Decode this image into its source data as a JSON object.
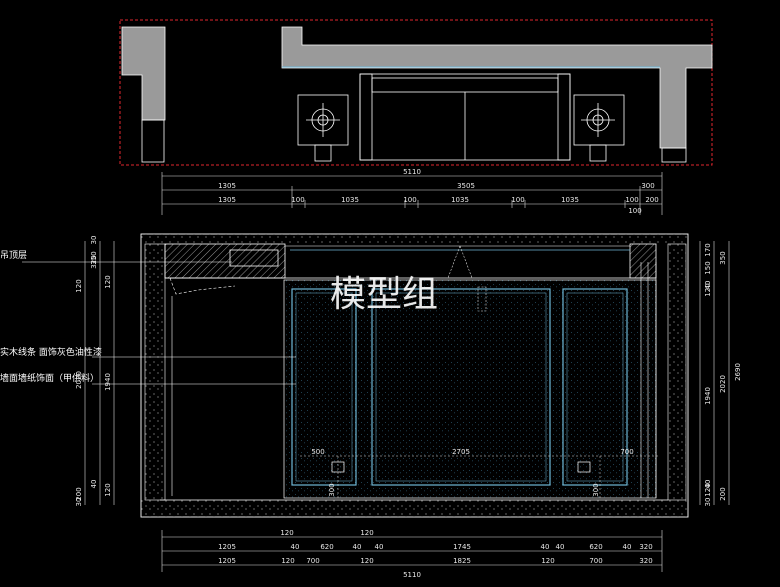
{
  "colors": {
    "background": "#000000",
    "outline": "#ffffff",
    "panel": "#6fb7d6",
    "wall_fill": "#9a9a9a",
    "border_dash": "#e0262e",
    "dimension": "#e8e8e8"
  },
  "watermark": "模型组",
  "top_plan": {
    "overall_dim": "5110",
    "row1": [
      "1305",
      "3505",
      "300"
    ],
    "row2": [
      "1305",
      "100",
      "1035",
      "100",
      "1035",
      "100",
      "1035",
      "100",
      "200"
    ],
    "row2_extra": "100"
  },
  "elevation": {
    "left_notes": [
      "吊顶层",
      "实木线条 面饰灰色油性漆",
      "墙面墙纸饰面（甲供料）"
    ],
    "left_dims_outer": [
      "120",
      "2020",
      "200",
      "30"
    ],
    "left_dims_inner": [
      "350",
      "320",
      "30",
      "120",
      "1940",
      "120",
      "40"
    ],
    "right_dims_outer": [
      "350",
      "2690"
    ],
    "right_dims_mid": [
      "170",
      "150",
      "40",
      "120",
      "2020",
      "30",
      "200"
    ],
    "right_dims_inner": [
      "1940",
      "120",
      "40"
    ],
    "inner_dims": [
      "500",
      "2705",
      "700",
      "300",
      "300"
    ],
    "bottom_row1": [
      "120",
      "120",
      "1205",
      "40",
      "620",
      "40",
      "40",
      "1745",
      "40",
      "40",
      "620",
      "40",
      "320"
    ],
    "bottom_row2": [
      "1205",
      "700",
      "120",
      "120",
      "1825",
      "120",
      "700",
      "320"
    ],
    "overall_dim": "5110"
  }
}
